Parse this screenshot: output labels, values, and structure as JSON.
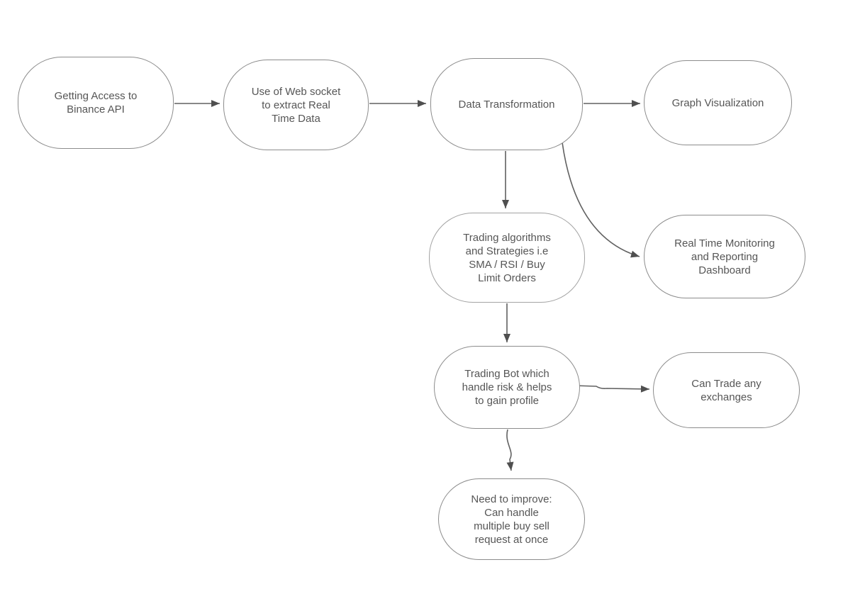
{
  "diagram": {
    "type": "flowchart",
    "background": "#ffffff",
    "nodes": [
      {
        "id": "getting-access-binance-api",
        "label": "Getting Access to\nBinance API"
      },
      {
        "id": "websocket-real-time-data",
        "label": "Use of Web socket\nto extract Real\nTime Data"
      },
      {
        "id": "data-transformation",
        "label": "Data Transformation"
      },
      {
        "id": "graph-visualization",
        "label": "Graph Visualization"
      },
      {
        "id": "trading-algorithms-strategies",
        "label": "Trading algorithms\nand Strategies i.e\nSMA / RSI / Buy\nLimit Orders"
      },
      {
        "id": "real-time-monitoring-dashboard",
        "label": "Real Time Monitoring\nand Reporting\nDashboard"
      },
      {
        "id": "trading-bot-risk-profile",
        "label": "Trading Bot which\nhandle risk & helps\nto gain profile"
      },
      {
        "id": "can-trade-any-exchanges",
        "label": "Can Trade any\nexchanges"
      },
      {
        "id": "need-to-improve",
        "label": "Need to improve:\nCan handle\nmultiple buy sell\nrequest at once"
      }
    ],
    "edges": [
      {
        "from": "getting-access-binance-api",
        "to": "websocket-real-time-data",
        "style": "straight-arrow"
      },
      {
        "from": "websocket-real-time-data",
        "to": "data-transformation",
        "style": "straight-arrow"
      },
      {
        "from": "data-transformation",
        "to": "graph-visualization",
        "style": "straight-arrow"
      },
      {
        "from": "data-transformation",
        "to": "trading-algorithms-strategies",
        "style": "straight-arrow"
      },
      {
        "from": "data-transformation",
        "to": "real-time-monitoring-dashboard",
        "style": "curved-arrow"
      },
      {
        "from": "trading-algorithms-strategies",
        "to": "trading-bot-risk-profile",
        "style": "straight-arrow"
      },
      {
        "from": "trading-bot-risk-profile",
        "to": "can-trade-any-exchanges",
        "style": "wavy-arrow"
      },
      {
        "from": "trading-bot-risk-profile",
        "to": "need-to-improve",
        "style": "wavy-arrow"
      }
    ],
    "colors": {
      "node_fill": "#ffffff",
      "node_border": "#8c8c8c",
      "node_border_light": "#a3a3a3",
      "text": "#565656",
      "connector": "#616161",
      "arrowhead": "#4f4f4f",
      "background": "#ffffff"
    }
  }
}
